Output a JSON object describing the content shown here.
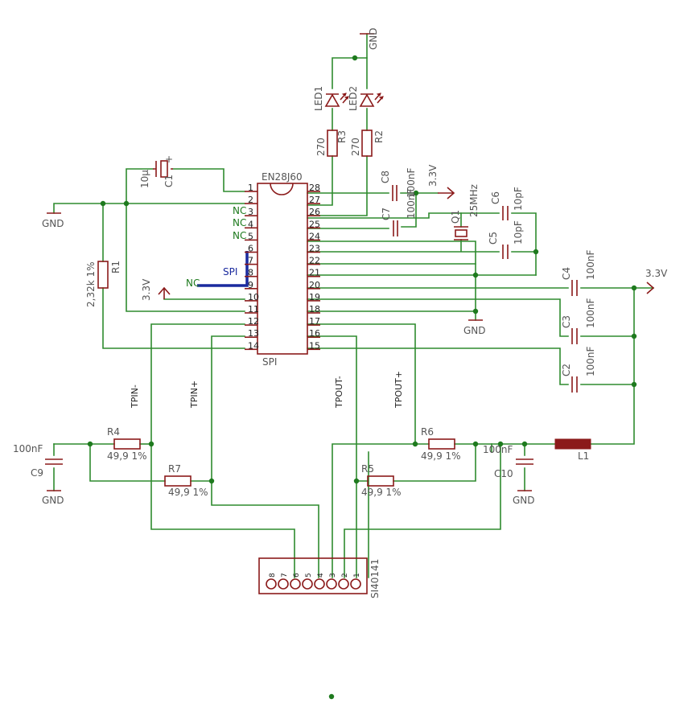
{
  "chip": {
    "name": "EN28J60",
    "bottom_label": "SPI",
    "pins_left": [
      "1",
      "2",
      "3",
      "4",
      "5",
      "6",
      "7",
      "8",
      "9",
      "10",
      "11",
      "12",
      "13",
      "14"
    ],
    "pins_right": [
      "28",
      "27",
      "26",
      "25",
      "24",
      "23",
      "22",
      "21",
      "20",
      "19",
      "18",
      "17",
      "16",
      "15"
    ]
  },
  "nc_labels": [
    "NC",
    "NC",
    "NC",
    "NC"
  ],
  "spi_bus_label": "SPI",
  "power": {
    "gnd": "GND",
    "v33": "3.3V"
  },
  "leds": [
    {
      "name": "LED1"
    },
    {
      "name": "LED2"
    }
  ],
  "resistors": [
    {
      "name": "R3",
      "value": "270"
    },
    {
      "name": "R2",
      "value": "270"
    },
    {
      "name": "R1",
      "value": "2,32k 1%"
    },
    {
      "name": "R4",
      "value": "49,9 1%"
    },
    {
      "name": "R7",
      "value": "49,9 1%"
    },
    {
      "name": "R5",
      "value": "49,9 1%"
    },
    {
      "name": "R6",
      "value": "49,9 1%"
    }
  ],
  "capacitors": [
    {
      "name": "C1",
      "value": "10µ"
    },
    {
      "name": "C8",
      "value": "100nF"
    },
    {
      "name": "C7",
      "value": "100nF"
    },
    {
      "name": "C6",
      "value": "10pF"
    },
    {
      "name": "C5",
      "value": "10pF"
    },
    {
      "name": "C4",
      "value": "100nF"
    },
    {
      "name": "C3",
      "value": "100nF"
    },
    {
      "name": "C2",
      "value": "100nF"
    },
    {
      "name": "C9",
      "value": "100nF"
    },
    {
      "name": "C10",
      "value": "100nF"
    }
  ],
  "crystal": {
    "name": "Q1",
    "value": "25MHz"
  },
  "inductor": {
    "name": "L1"
  },
  "connector": {
    "name": "SI40141",
    "pins": [
      "8",
      "7",
      "6",
      "5",
      "4",
      "3",
      "2",
      "1"
    ]
  },
  "nets": {
    "tpin_minus": "TPIN-",
    "tpin_plus": "TPIN+",
    "tpout_minus": "TPOUT-",
    "tpout_plus": "TPOUT+"
  }
}
